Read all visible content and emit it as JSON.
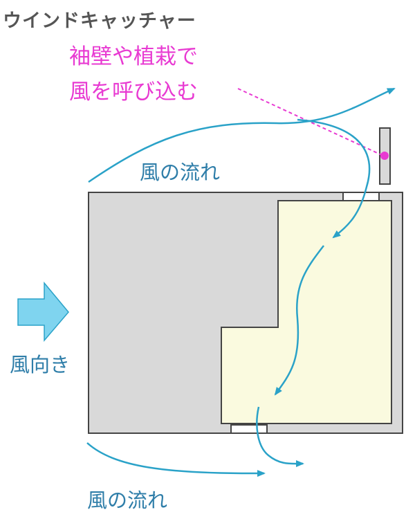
{
  "title": "ウインドキャッチャー",
  "callout": {
    "line1": "袖壁や植栽で",
    "line2": "風を呼び込む"
  },
  "labels": {
    "wind_flow_top": "風の流れ",
    "wind_direction": "風向き",
    "wind_flow_bottom": "風の流れ"
  },
  "colors": {
    "accent_pink": "#e83ad2",
    "flow_blue": "#2aa2c8",
    "label_blue": "#2f7ea9",
    "building_gray": "#d9d9d9",
    "room_yellow": "#fafadf",
    "outline": "#444444",
    "arrow_fill": "#7fd4ef"
  }
}
